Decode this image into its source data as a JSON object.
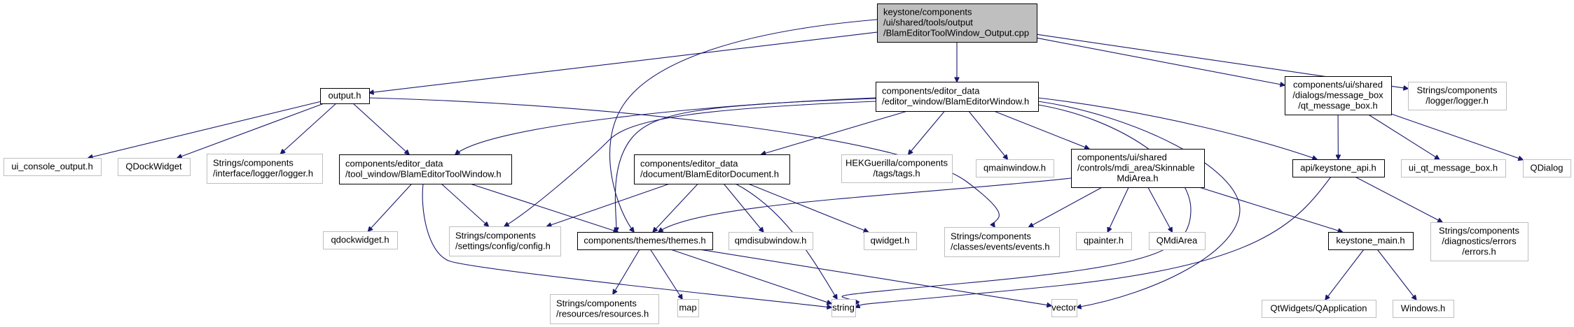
{
  "diagram": {
    "type": "include-dependency-graph",
    "edge_color": "#191970",
    "root_fill": "#bfbfbf",
    "documented_border": "#000000",
    "external_border": "#bfbfbf",
    "nodes": [
      {
        "id": "root",
        "kind": "root",
        "lines": [
          "keystone/components",
          "/ui/shared/tools/output",
          "/BlamEditorToolWindow_Output.cpp"
        ],
        "align": "left"
      },
      {
        "id": "output_h",
        "kind": "doc",
        "lines": [
          "output.h"
        ],
        "align": "center"
      },
      {
        "id": "blam_editor_window",
        "kind": "doc",
        "lines": [
          "components/editor_data",
          "/editor_window/BlamEditorWindow.h"
        ],
        "align": "left"
      },
      {
        "id": "qt_message_box",
        "kind": "doc",
        "lines": [
          "components/ui/shared",
          "/dialogs/message_box",
          "/qt_message_box.h"
        ],
        "align": "center"
      },
      {
        "id": "logger_h",
        "kind": "ext",
        "lines": [
          "Strings/components",
          "/logger/logger.h"
        ],
        "align": "center"
      },
      {
        "id": "ui_console_output",
        "kind": "ext",
        "lines": [
          "ui_console_output.h"
        ],
        "align": "center"
      },
      {
        "id": "qdockwidget_cls",
        "kind": "ext",
        "lines": [
          "QDockWidget"
        ],
        "align": "center"
      },
      {
        "id": "interface_logger",
        "kind": "ext",
        "lines": [
          "Strings/components",
          "/interface/logger/logger.h"
        ],
        "align": "left"
      },
      {
        "id": "tool_window",
        "kind": "doc",
        "lines": [
          "components/editor_data",
          "/tool_window/BlamEditorToolWindow.h"
        ],
        "align": "left"
      },
      {
        "id": "blam_editor_document",
        "kind": "doc",
        "lines": [
          "components/editor_data",
          "/document/BlamEditorDocument.h"
        ],
        "align": "left"
      },
      {
        "id": "tags_h",
        "kind": "ext",
        "lines": [
          "HEKGuerilla/components",
          "/tags/tags.h"
        ],
        "align": "center"
      },
      {
        "id": "qmainwindow",
        "kind": "ext",
        "lines": [
          "qmainwindow.h"
        ],
        "align": "center"
      },
      {
        "id": "skinnable_mdi",
        "kind": "doc",
        "lines": [
          "components/ui/shared",
          "/controls/mdi_area/Skinnable",
          "MdiArea.h"
        ],
        "align": "center-left"
      },
      {
        "id": "keystone_api",
        "kind": "doc",
        "lines": [
          "api/keystone_api.h"
        ],
        "align": "center"
      },
      {
        "id": "ui_qt_message_box",
        "kind": "ext",
        "lines": [
          "ui_qt_message_box.h"
        ],
        "align": "center"
      },
      {
        "id": "qdialog",
        "kind": "ext",
        "lines": [
          "QDialog"
        ],
        "align": "center"
      },
      {
        "id": "qdockwidget_h",
        "kind": "ext",
        "lines": [
          "qdockwidget.h"
        ],
        "align": "center"
      },
      {
        "id": "config_h",
        "kind": "ext",
        "lines": [
          "Strings/components",
          "/settings/config/config.h"
        ],
        "align": "left"
      },
      {
        "id": "themes_h",
        "kind": "doc",
        "lines": [
          "components/themes/themes.h"
        ],
        "align": "center"
      },
      {
        "id": "qmdisubwindow",
        "kind": "ext",
        "lines": [
          "qmdisubwindow.h"
        ],
        "align": "center"
      },
      {
        "id": "qwidget",
        "kind": "ext",
        "lines": [
          "qwidget.h"
        ],
        "align": "center"
      },
      {
        "id": "events_h",
        "kind": "ext",
        "lines": [
          "Strings/components",
          "/classes/events/events.h"
        ],
        "align": "left"
      },
      {
        "id": "qpainter",
        "kind": "ext",
        "lines": [
          "qpainter.h"
        ],
        "align": "center"
      },
      {
        "id": "qmdiarea",
        "kind": "ext",
        "lines": [
          "QMdiArea"
        ],
        "align": "center"
      },
      {
        "id": "keystone_main",
        "kind": "doc",
        "lines": [
          "keystone_main.h"
        ],
        "align": "center"
      },
      {
        "id": "errors_h",
        "kind": "ext",
        "lines": [
          "Strings/components",
          "/diagnostics/errors",
          "/errors.h"
        ],
        "align": "center"
      },
      {
        "id": "resources_h",
        "kind": "ext",
        "lines": [
          "Strings/components",
          "/resources/resources.h"
        ],
        "align": "left"
      },
      {
        "id": "map",
        "kind": "ext",
        "lines": [
          "map"
        ],
        "align": "center"
      },
      {
        "id": "string",
        "kind": "ext",
        "lines": [
          "string"
        ],
        "align": "center"
      },
      {
        "id": "vector",
        "kind": "ext",
        "lines": [
          "vector"
        ],
        "align": "center"
      },
      {
        "id": "qapplication",
        "kind": "ext",
        "lines": [
          "QtWidgets/QApplication"
        ],
        "align": "center"
      },
      {
        "id": "windows_h",
        "kind": "ext",
        "lines": [
          "Windows.h"
        ],
        "align": "center"
      }
    ],
    "edges": [
      {
        "from": "root",
        "to": "output_h"
      },
      {
        "from": "root",
        "to": "blam_editor_window"
      },
      {
        "from": "root",
        "to": "qt_message_box"
      },
      {
        "from": "root",
        "to": "logger_h"
      },
      {
        "from": "root",
        "to": "themes_h"
      },
      {
        "from": "output_h",
        "to": "ui_console_output"
      },
      {
        "from": "output_h",
        "to": "qdockwidget_cls"
      },
      {
        "from": "output_h",
        "to": "interface_logger"
      },
      {
        "from": "output_h",
        "to": "tool_window"
      },
      {
        "from": "output_h",
        "to": "events_h"
      },
      {
        "from": "blam_editor_window",
        "to": "tool_window"
      },
      {
        "from": "blam_editor_window",
        "to": "blam_editor_document"
      },
      {
        "from": "blam_editor_window",
        "to": "tags_h"
      },
      {
        "from": "blam_editor_window",
        "to": "qmainwindow"
      },
      {
        "from": "blam_editor_window",
        "to": "skinnable_mdi"
      },
      {
        "from": "blam_editor_window",
        "to": "keystone_api"
      },
      {
        "from": "blam_editor_window",
        "to": "config_h"
      },
      {
        "from": "blam_editor_window",
        "to": "themes_h"
      },
      {
        "from": "blam_editor_window",
        "to": "string"
      },
      {
        "from": "blam_editor_window",
        "to": "vector"
      },
      {
        "from": "qt_message_box",
        "to": "keystone_api"
      },
      {
        "from": "qt_message_box",
        "to": "ui_qt_message_box"
      },
      {
        "from": "qt_message_box",
        "to": "qdialog"
      },
      {
        "from": "tool_window",
        "to": "qdockwidget_h"
      },
      {
        "from": "tool_window",
        "to": "config_h"
      },
      {
        "from": "tool_window",
        "to": "themes_h"
      },
      {
        "from": "tool_window",
        "to": "string"
      },
      {
        "from": "blam_editor_document",
        "to": "config_h"
      },
      {
        "from": "blam_editor_document",
        "to": "themes_h"
      },
      {
        "from": "blam_editor_document",
        "to": "qmdisubwindow"
      },
      {
        "from": "blam_editor_document",
        "to": "qwidget"
      },
      {
        "from": "blam_editor_document",
        "to": "string"
      },
      {
        "from": "skinnable_mdi",
        "to": "themes_h"
      },
      {
        "from": "skinnable_mdi",
        "to": "events_h"
      },
      {
        "from": "skinnable_mdi",
        "to": "qpainter"
      },
      {
        "from": "skinnable_mdi",
        "to": "qmdiarea"
      },
      {
        "from": "skinnable_mdi",
        "to": "keystone_main"
      },
      {
        "from": "keystone_api",
        "to": "errors_h"
      },
      {
        "from": "keystone_api",
        "to": "string"
      },
      {
        "from": "themes_h",
        "to": "resources_h"
      },
      {
        "from": "themes_h",
        "to": "map"
      },
      {
        "from": "themes_h",
        "to": "string"
      },
      {
        "from": "themes_h",
        "to": "vector"
      },
      {
        "from": "keystone_main",
        "to": "qapplication"
      },
      {
        "from": "keystone_main",
        "to": "windows_h"
      }
    ]
  }
}
